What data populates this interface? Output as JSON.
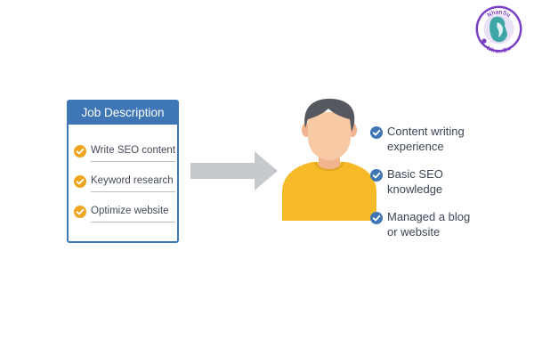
{
  "logo": {
    "text_top": "NhanSu",
    "text_bottom": "NhanSu",
    "ring_color": "#7b3fc4",
    "icon": "woman-silhouette-logo"
  },
  "job_description": {
    "title": "Job Description",
    "header_color": "#3f77b6",
    "items": [
      {
        "label": "Write SEO content",
        "icon": "check-circle-icon"
      },
      {
        "label": "Keyword research",
        "icon": "check-circle-icon"
      },
      {
        "label": "Optimize website",
        "icon": "check-circle-icon"
      }
    ],
    "check_color": "#f0a520"
  },
  "arrow": {
    "icon": "right-arrow-icon",
    "color": "#c6c9ce"
  },
  "person": {
    "icon": "person-avatar",
    "shirt_color": "#f6b928",
    "hair_color": "#55595f",
    "skin_color": "#f7c9a4"
  },
  "skills": {
    "check_color": "#3f77b6",
    "items": [
      {
        "label": "Content writing\nexperience",
        "icon": "check-circle-icon"
      },
      {
        "label": "Basic SEO\nknowledge",
        "icon": "check-circle-icon"
      },
      {
        "label": "Managed a blog\nor website",
        "icon": "check-circle-icon"
      }
    ]
  }
}
